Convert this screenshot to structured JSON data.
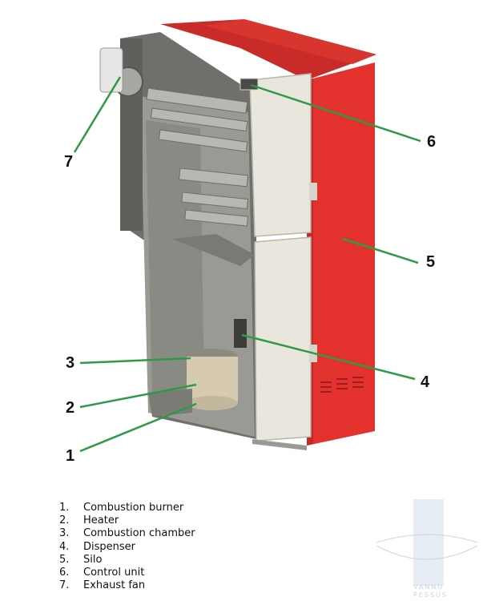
{
  "callouts": [
    {
      "number": "1"
    },
    {
      "number": "2"
    },
    {
      "number": "3"
    },
    {
      "number": "4"
    },
    {
      "number": "5"
    },
    {
      "number": "6"
    },
    {
      "number": "7"
    }
  ],
  "legend": [
    {
      "number": "1.",
      "label": "Combustion burner"
    },
    {
      "number": "2.",
      "label": "Heater"
    },
    {
      "number": "3.",
      "label": "Combustion chamber"
    },
    {
      "number": "4.",
      "label": "Dispenser"
    },
    {
      "number": "5.",
      "label": "Silo"
    },
    {
      "number": "6.",
      "label": "Control unit"
    },
    {
      "number": "7.",
      "label": "Exhaust fan"
    }
  ],
  "watermark": {
    "line1": "VANNU",
    "line2": "PESSUS"
  },
  "colors": {
    "housing_red": "#e3322e",
    "housing_red_dark": "#b62422",
    "panel_cream": "#e9e6dd",
    "interior_gray": "#8e8e89",
    "leader_green": "#2e9a45"
  }
}
